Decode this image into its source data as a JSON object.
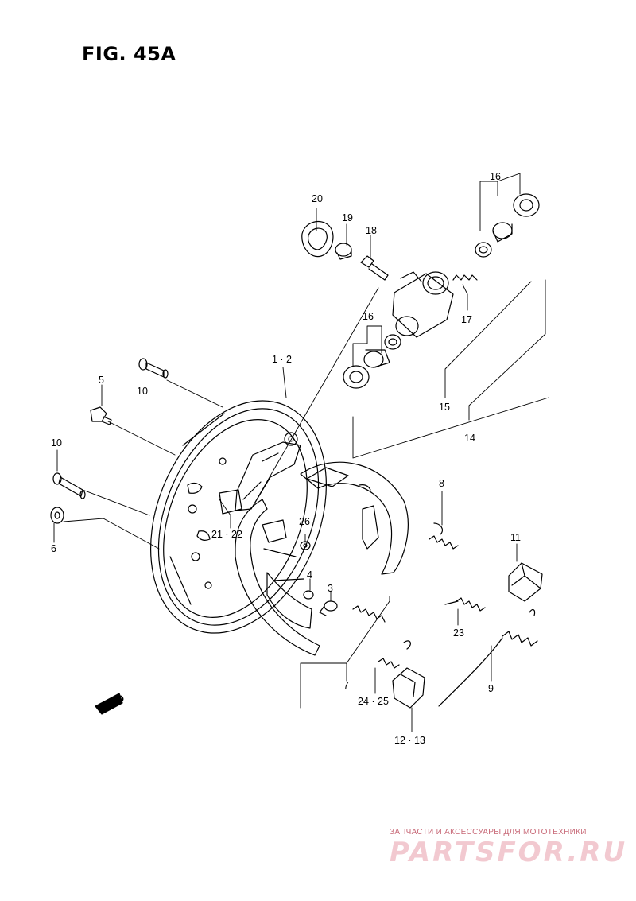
{
  "figure": {
    "title": "FIG. 45A"
  },
  "callouts": {
    "p1_2": "1 · 2",
    "p3": "3",
    "p4": "4",
    "p5": "5",
    "p6": "6",
    "p7": "7",
    "p8": "8",
    "p9": "9",
    "p10a": "10",
    "p10b": "10",
    "p11": "11",
    "p12_13": "12 · 13",
    "p14": "14",
    "p15": "15",
    "p16a": "16",
    "p16b": "16",
    "p17": "17",
    "p18": "18",
    "p19": "19",
    "p20": "20",
    "p21_22": "21 · 22",
    "p23": "23",
    "p24_25": "24 · 25",
    "p26": "26",
    "fwd": "FWD"
  },
  "watermark": {
    "tagline": "ЗАПЧАСТИ И АКСЕССУАРЫ ДЛЯ МОТОТЕХНИКИ",
    "logo": "PARTSFOR.RU"
  },
  "colors": {
    "line": "#000000",
    "watermark": "#c86a78",
    "watermark_logo": "#f2c9d0"
  }
}
